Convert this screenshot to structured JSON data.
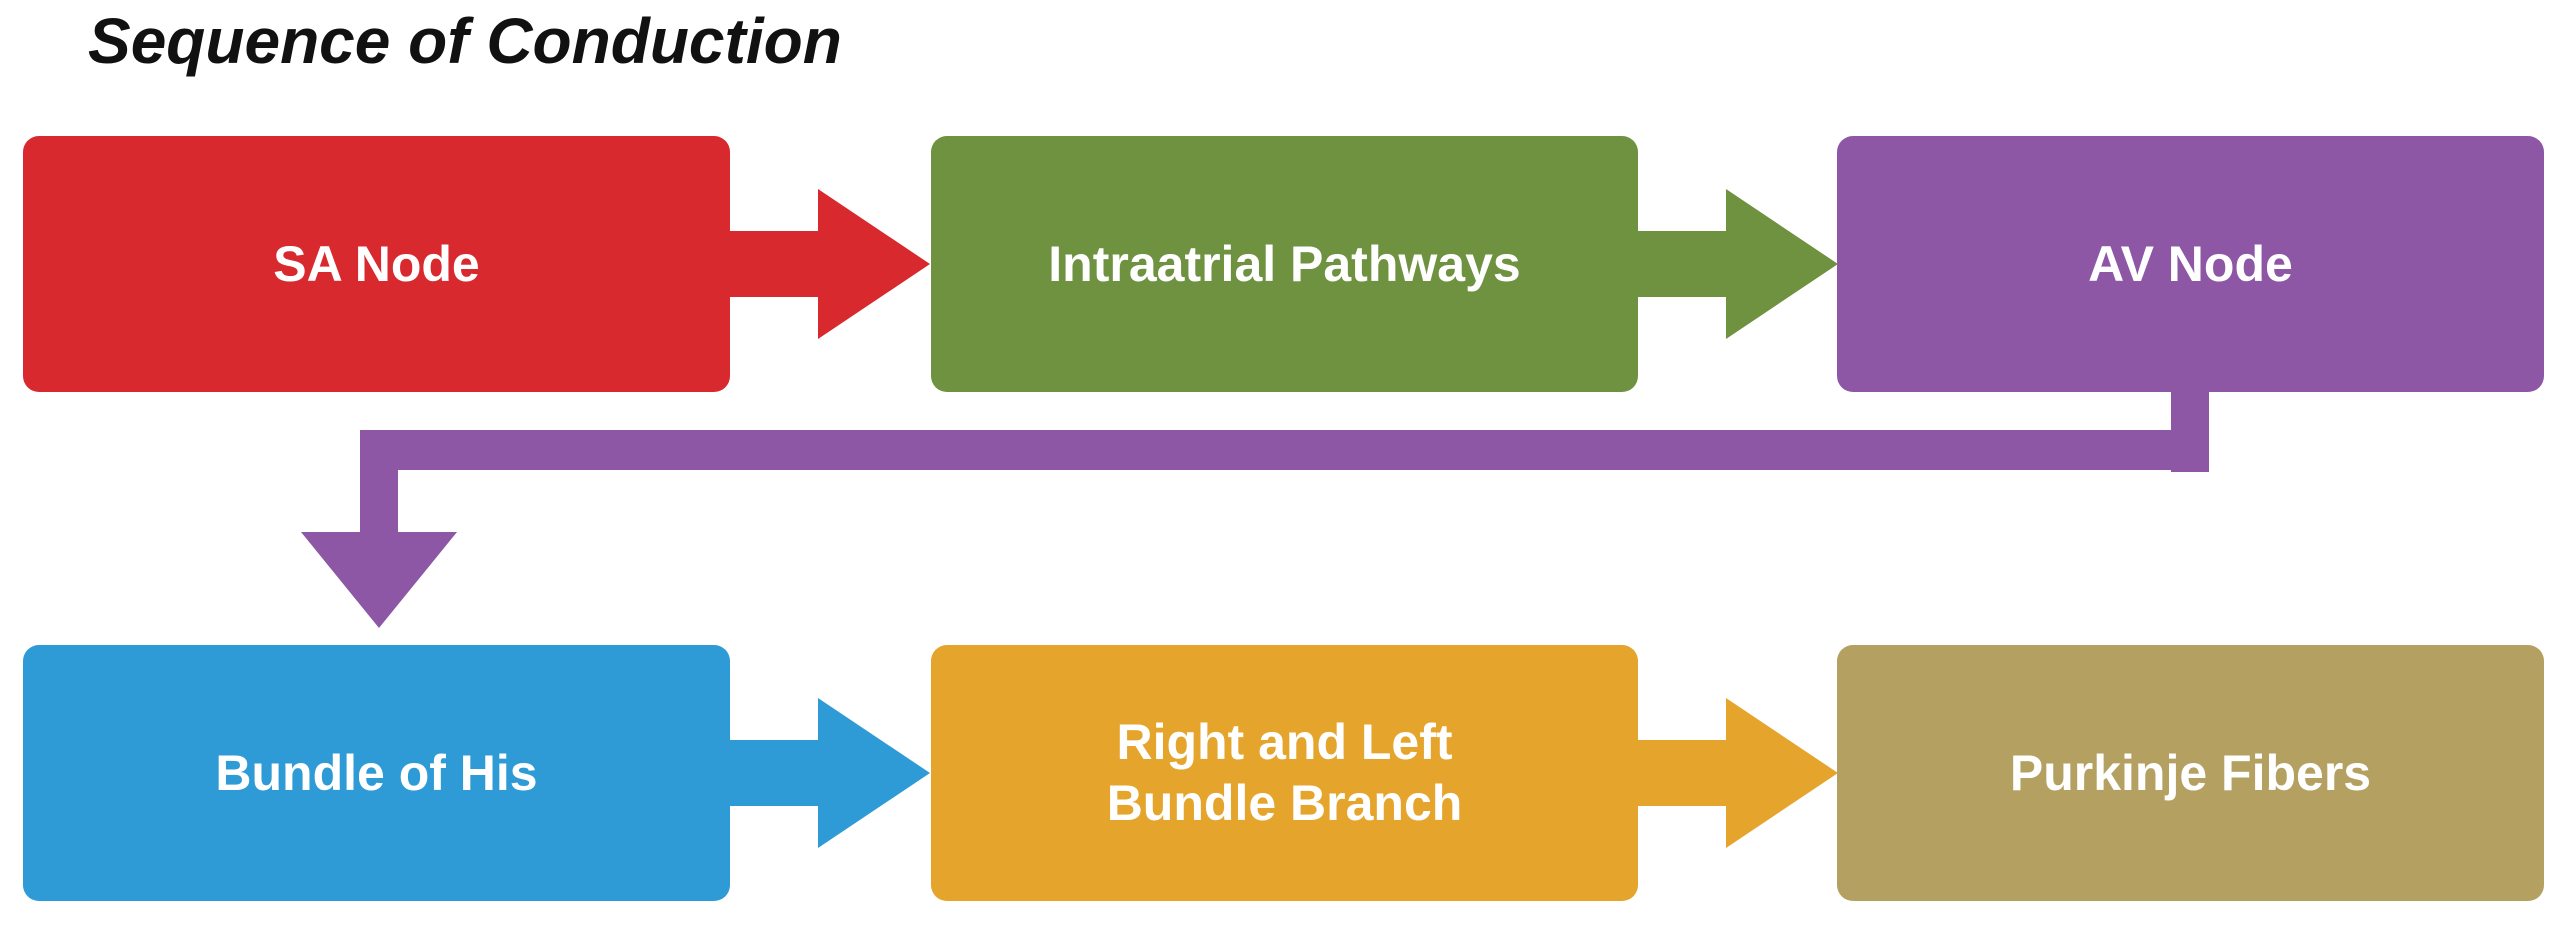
{
  "title": "Sequence of Conduction",
  "nodes": [
    {
      "id": "sa-node",
      "label": "SA Node",
      "color": "#d8292f"
    },
    {
      "id": "intraatrial-pathways",
      "label": "Intraatrial Pathways",
      "color": "#6e923f"
    },
    {
      "id": "av-node",
      "label": "AV Node",
      "color": "#8d57a5"
    },
    {
      "id": "bundle-of-his",
      "label": "Bundle of His",
      "color": "#2e9bd6"
    },
    {
      "id": "right-left-bundle-branch",
      "label": "Right and Left\nBundle Branch",
      "color": "#e5a42b"
    },
    {
      "id": "purkinje-fibers",
      "label": "Purkinje Fibers",
      "color": "#b4a162"
    }
  ],
  "connectors": [
    {
      "id": "arrow-sa-to-intraatrial",
      "type": "block-arrow-right",
      "color": "#d8292f"
    },
    {
      "id": "arrow-intraatrial-to-av",
      "type": "block-arrow-right",
      "color": "#6e923f"
    },
    {
      "id": "elbow-av-to-bundle-of-his",
      "type": "elbow-down-left-down",
      "color": "#8d57a5"
    },
    {
      "id": "arrow-bundle-to-branch",
      "type": "block-arrow-right",
      "color": "#2e9bd6"
    },
    {
      "id": "arrow-branch-to-purkinje",
      "type": "block-arrow-right",
      "color": "#e5a42b"
    }
  ]
}
